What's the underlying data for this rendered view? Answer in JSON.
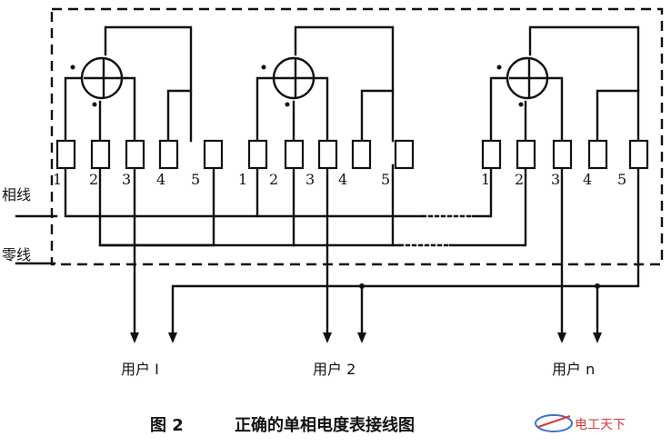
{
  "meter_labels": [
    "1",
    "2",
    "3",
    "4",
    "5"
  ],
  "meter_count": 3,
  "line_labels": {
    "phase": "相线",
    "neutral": "零线"
  },
  "users": [
    "用户 I",
    "用户 2",
    "用户 n"
  ],
  "caption": {
    "figure_no": "图 2",
    "title": "正确的单相电度表接线图"
  },
  "watermark": "电工天下",
  "colors": {
    "line": "#111111",
    "watermark_red": "#d63a3a",
    "watermark_blue": "#3f6fd0"
  }
}
